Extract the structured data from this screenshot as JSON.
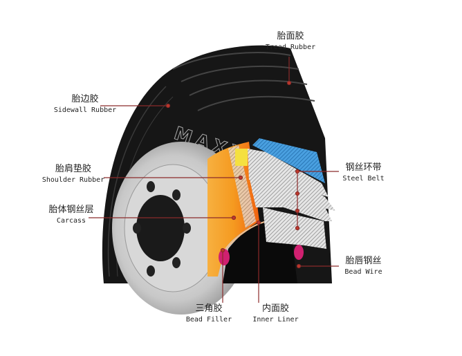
{
  "brand": "MAXXIS",
  "colors": {
    "leader": "#8b2a2a",
    "tire": "#141414",
    "belt": "#3a8fd0",
    "carcass": "#f0a030"
  },
  "labels": {
    "tread": {
      "zh": "胎面胶",
      "en": "Tread Rubber"
    },
    "sidewall": {
      "zh": "胎边胶",
      "en": "Sidewall Rubber"
    },
    "shoulder": {
      "zh": "胎肩垫胶",
      "en": "Shoulder Rubber"
    },
    "carcass": {
      "zh": "胎体钢丝层",
      "en": "Carcass"
    },
    "steel_belt": {
      "zh": "钢丝环带",
      "en": "Steel Belt"
    },
    "bead_wire": {
      "zh": "胎唇钢丝",
      "en": "Bead Wire"
    },
    "bead_filler": {
      "zh": "三角胶",
      "en": "Bead Filler"
    },
    "inner_liner": {
      "zh": "内面胶",
      "en": "Inner Liner"
    }
  }
}
